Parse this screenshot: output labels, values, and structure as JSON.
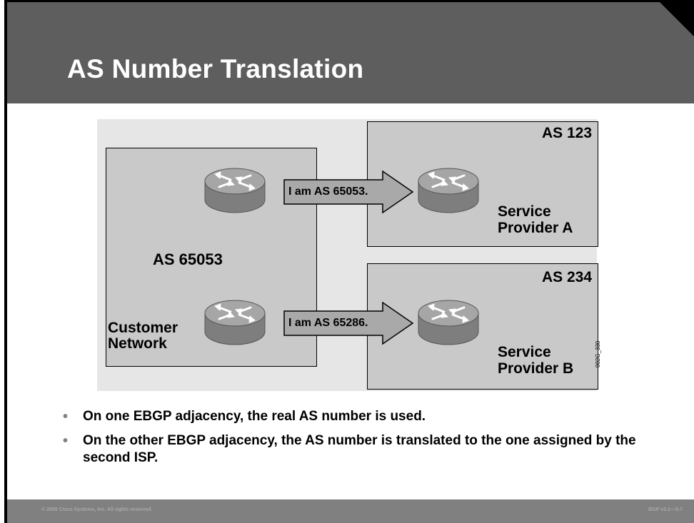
{
  "slide": {
    "title": "AS Number Translation"
  },
  "diagram": {
    "customer": {
      "as_label": "AS 65053",
      "name_line1": "Customer",
      "name_line2": "Network"
    },
    "provider_a": {
      "as_label": "AS 123",
      "name_line1": "Service",
      "name_line2": "Provider A"
    },
    "provider_b": {
      "as_label": "AS 234",
      "name_line1": "Service",
      "name_line2": "Provider B"
    },
    "arrow_top_label": "I am AS 65053.",
    "arrow_bottom_label": "I am AS 65286.",
    "figure_id": "002G_330"
  },
  "bullets": [
    "On one EBGP adjacency, the real AS number is used.",
    "On the other EBGP adjacency, the AS number is translated to the one assigned by the second ISP."
  ],
  "footer": {
    "copyright": "© 2005 Cisco Systems, Inc. All rights reserved.",
    "course": "BGP v3.2—5-7"
  },
  "colors": {
    "header": "#5e5e5e",
    "box_fill": "#c9c9c9",
    "diagram_background": "#e6e6e6",
    "router_body": "#8c8c8c",
    "arrow_fill": "#a9a9a9"
  }
}
